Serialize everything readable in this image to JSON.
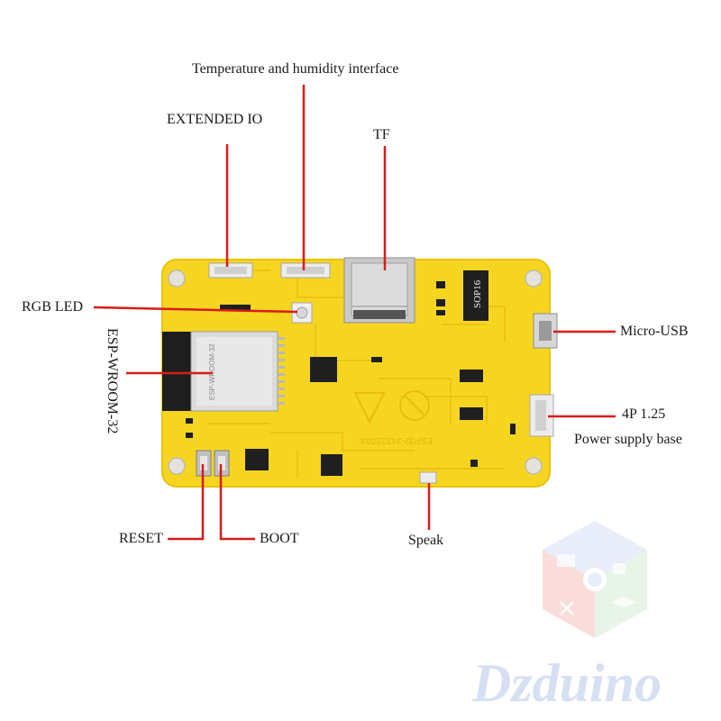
{
  "labels": {
    "temp_humidity": "Temperature and humidity interface",
    "extended_io": "EXTENDED IO",
    "tf": "TF",
    "rgb_led": "RGB LED",
    "esp_module": "ESP-WROOM-32",
    "micro_usb": "Micro-USB",
    "power_4p": "4P 1.25",
    "power_base": "Power supply base",
    "reset": "RESET",
    "boot": "BOOT",
    "speak": "Speak"
  },
  "board_text": {
    "sop16": "SOP16",
    "module_marking": "ESP-WROOM-32",
    "silk_marking": "ESP32-2432S024"
  },
  "watermark": {
    "brand": "Dzduino"
  },
  "colors": {
    "board": "#f6d520",
    "board_edge": "#e9c20e",
    "leader_line": "#d91a1a",
    "text": "#1a1a1a"
  }
}
